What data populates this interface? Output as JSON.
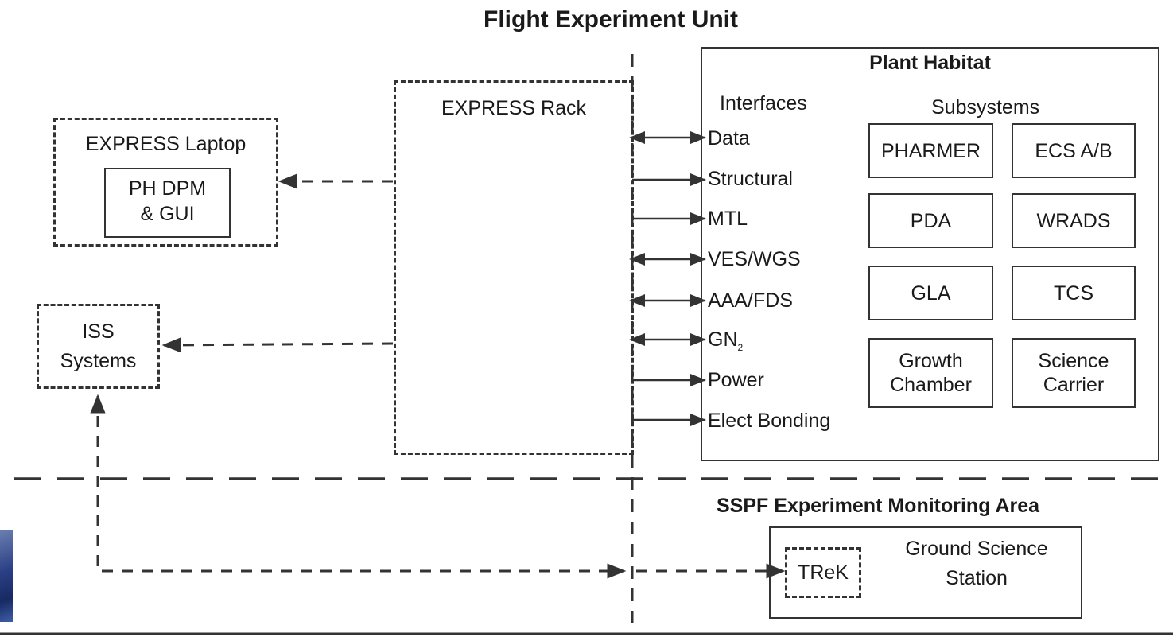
{
  "title": "Flight Experiment Unit",
  "express_laptop": {
    "label": "EXPRESS Laptop",
    "inner_line1": "PH DPM",
    "inner_line2": "& GUI"
  },
  "iss_systems": {
    "line1": "ISS",
    "line2": "Systems"
  },
  "express_rack": {
    "label": "EXPRESS Rack"
  },
  "plant_habitat": {
    "title": "Plant Habitat",
    "interfaces_heading": "Interfaces",
    "subsystems_heading": "Subsystems",
    "interfaces": [
      {
        "label": "Data"
      },
      {
        "label": "Structural"
      },
      {
        "label": "MTL"
      },
      {
        "label": "VES/WGS"
      },
      {
        "label": "AAA/FDS"
      },
      {
        "label": "GN",
        "subscript": "2"
      },
      {
        "label": "Power"
      },
      {
        "label": "Elect Bonding"
      }
    ],
    "subsystems": [
      [
        "PHARMER"
      ],
      [
        "ECS A/B"
      ],
      [
        "PDA"
      ],
      [
        "WRADS"
      ],
      [
        "GLA"
      ],
      [
        "TCS"
      ],
      [
        "Growth",
        "Chamber"
      ],
      [
        "Science",
        "Carrier"
      ]
    ]
  },
  "monitoring": {
    "title": "SSPF Experiment Monitoring Area",
    "station_line1": "Ground Science",
    "station_line2": "Station",
    "trek": "TReK"
  },
  "colors": {
    "line": "#333333",
    "background": "#ffffff",
    "photo_strip": "#2b3f86"
  }
}
